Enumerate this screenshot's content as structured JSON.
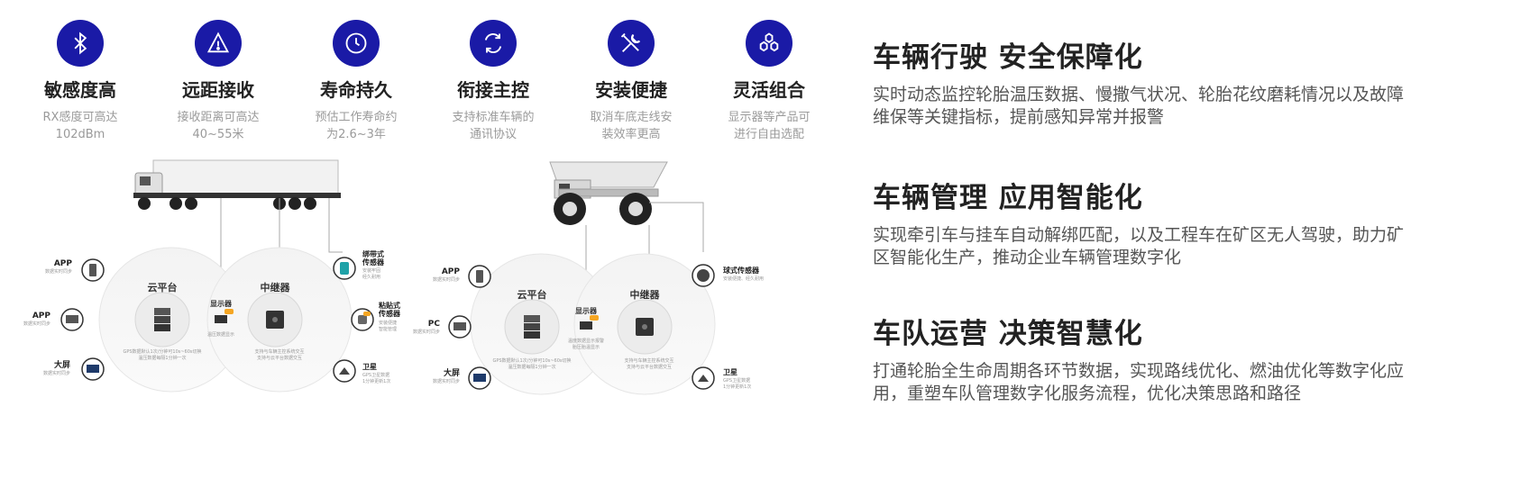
{
  "features": [
    {
      "icon": "bluetooth-icon",
      "title": "敏感度高",
      "desc1": "RX感度可高达",
      "desc2": "102dBm"
    },
    {
      "icon": "signal-range-icon",
      "title": "远距接收",
      "desc1": "接收距离可高达",
      "desc2": "40~55米"
    },
    {
      "icon": "clock-icon",
      "title": "寿命持久",
      "desc1": "预估工作寿命约",
      "desc2": "为2.6~3年"
    },
    {
      "icon": "sync-icon",
      "title": "衔接主控",
      "desc1": "支持标准车辆的",
      "desc2": "通讯协议"
    },
    {
      "icon": "tools-icon",
      "title": "安装便捷",
      "desc1": "取消车底走线安",
      "desc2": "装效率更高"
    },
    {
      "icon": "modules-icon",
      "title": "灵活组合",
      "desc1": "显示器等产品可",
      "desc2": "进行自由选配"
    }
  ],
  "colors": {
    "accent": "#1a1aa6",
    "badge": "#f5a623",
    "sensor": "#1fa2a8"
  },
  "diagram_left": {
    "cloud": "云平台",
    "relay": "中继器",
    "display": "显示器",
    "cloud_note1": "GPS数据默认1次/分钟可10s~60s切换",
    "cloud_note2": "温压数据每隔1分钟一次",
    "relay_note1": "支持与车辆主控系统交互",
    "relay_note2": "支持与云平台数据交互",
    "display_note": "温压数据显示",
    "clients": [
      {
        "name": "APP",
        "sub": "数据实时同步"
      },
      {
        "name": "APP",
        "sub": "数据实时同步"
      },
      {
        "name": "大屏",
        "sub": "数据实时同步"
      }
    ],
    "endpoints": [
      {
        "name1": "绑带式",
        "name2": "传感器",
        "sub1": "安装牢固",
        "sub2": "经久耐用"
      },
      {
        "name1": "粘贴式",
        "name2": "传感器",
        "sub1": "安装便捷",
        "sub2": "智能管理"
      },
      {
        "name1": "卫星",
        "name2": "",
        "sub1": "GPS卫星数据",
        "sub2": "1分钟更新1次"
      }
    ]
  },
  "diagram_right": {
    "cloud": "云平台",
    "relay": "中继器",
    "display": "显示器",
    "cloud_note1": "GPS数据默认1次/分钟可10s~60s切换",
    "cloud_note2": "温压数据每隔1分钟一次",
    "relay_note1": "支持与车辆主控系统交互",
    "relay_note2": "支持与云平台数据交互",
    "display_note1": "温度数据显示报警",
    "display_note2": "胎压胎温显示",
    "clients": [
      {
        "name": "APP",
        "sub": "数据实时同步"
      },
      {
        "name": "PC",
        "sub": "数据实时同步"
      },
      {
        "name": "大屏",
        "sub": "数据实时同步"
      }
    ],
    "endpoints": [
      {
        "name1": "球式传感器",
        "name2": "",
        "sub1": "安装便捷、经久耐用",
        "sub2": ""
      },
      {
        "name1": "卫星",
        "name2": "",
        "sub1": "GPS卫星数据",
        "sub2": "1分钟更新1次"
      }
    ]
  },
  "highlights": [
    {
      "title": "车辆行驶 安全保障化",
      "line1": "实时动态监控轮胎温压数据、慢撒气状况、轮胎花纹磨耗情况以及故障",
      "line2": "维保等关键指标，提前感知异常并报警"
    },
    {
      "title": "车辆管理 应用智能化",
      "line1": "实现牵引车与挂车自动解绑匹配，以及工程车在矿区无人驾驶，助力矿",
      "line2": "区智能化生产，推动企业车辆管理数字化"
    },
    {
      "title": "车队运营 决策智慧化",
      "line1": "打通轮胎全生命周期各环节数据，实现路线优化、燃油优化等数字化应",
      "line2": "用，重塑车队管理数字化服务流程，优化决策思路和路径"
    }
  ]
}
